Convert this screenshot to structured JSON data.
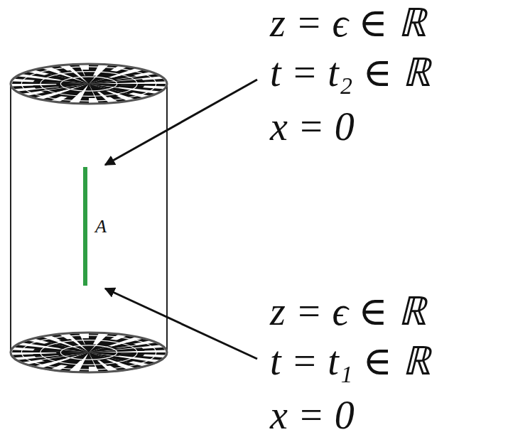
{
  "diagram": {
    "labels": [
      "z = ϵ ∈ ℝ",
      "t = t₂ ∈ ℝ",
      "x = 0",
      "A",
      "z = ϵ ∈ ℝ",
      "t = t₁ ∈ ℝ",
      "x = 0"
    ]
  }
}
